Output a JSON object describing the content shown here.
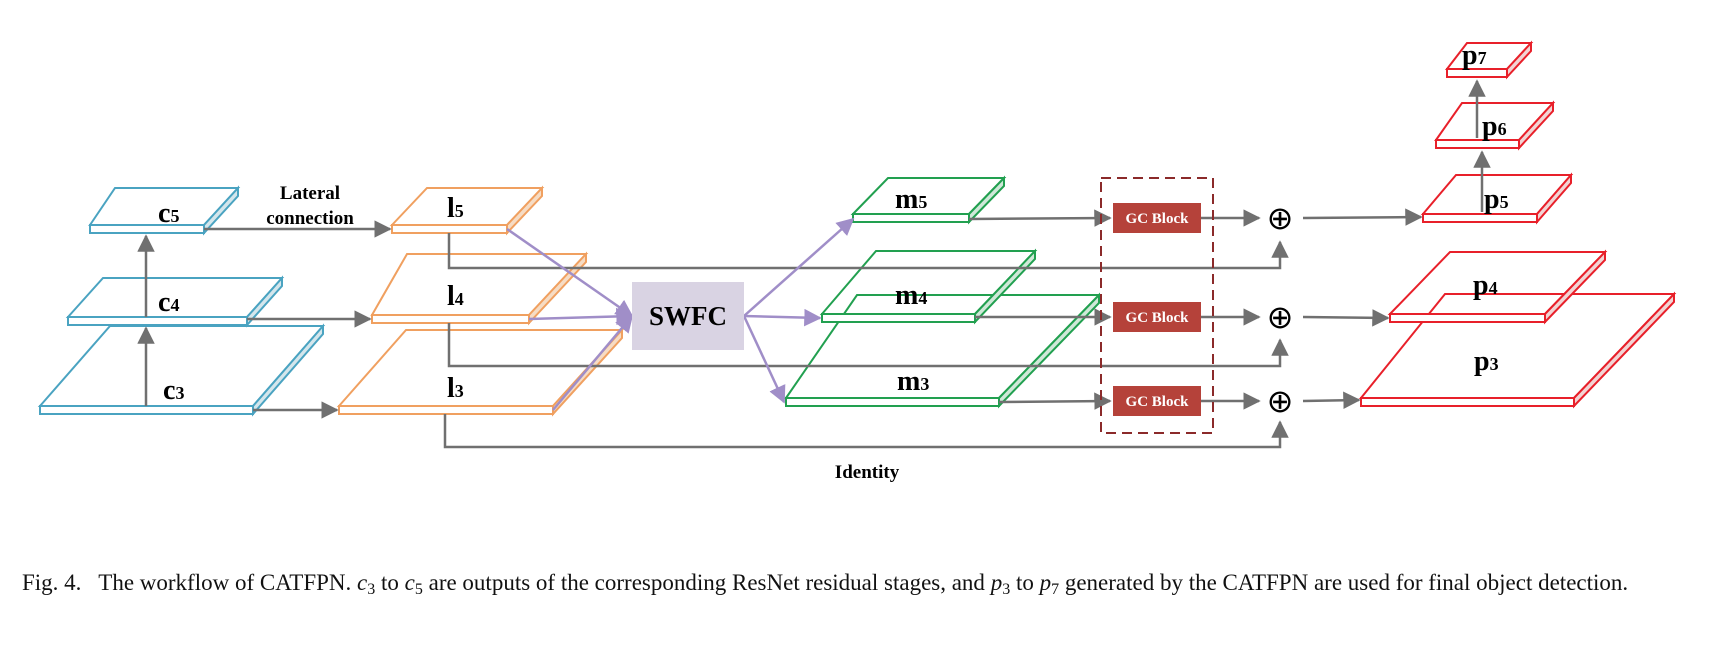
{
  "figure": {
    "blocks": {
      "c5": {
        "main": "c",
        "sub": "5"
      },
      "c4": {
        "main": "c",
        "sub": "4"
      },
      "c3": {
        "main": "c",
        "sub": "3"
      },
      "l5": {
        "main": "l",
        "sub": "5"
      },
      "l4": {
        "main": "l",
        "sub": "4"
      },
      "l3": {
        "main": "l",
        "sub": "3"
      },
      "m5": {
        "main": "m",
        "sub": "5"
      },
      "m4": {
        "main": "m",
        "sub": "4"
      },
      "m3": {
        "main": "m",
        "sub": "3"
      },
      "p7": {
        "main": "p",
        "sub": "7"
      },
      "p6": {
        "main": "p",
        "sub": "6"
      },
      "p5": {
        "main": "p",
        "sub": "5"
      },
      "p4": {
        "main": "p",
        "sub": "4"
      },
      "p3": {
        "main": "p",
        "sub": "3"
      }
    },
    "lateral_line1": "Lateral",
    "lateral_line2": "connection",
    "swfc_label": "SWFC",
    "gc_label": "GC Block",
    "identity_label": "Identity",
    "plus_symbol": "⊕",
    "colors": {
      "c": "#4aa3c1",
      "l": "#f0a060",
      "m": "#22a050",
      "p": "#e8202a",
      "arrow": "#707070",
      "swfc_arrow": "#a08ec8",
      "swfc_box": "#d9d3e3",
      "gc_box": "#b5423a",
      "dashed": "#8b2a2a"
    }
  },
  "caption": {
    "prefix": "Fig. 4.",
    "t1": "The workflow of CATFPN.",
    "v1": "c",
    "s1": "3",
    "t2": "to",
    "v2": "c",
    "s2": "5",
    "t3": "are outputs of the corresponding ResNet residual stages, and",
    "v3": "p",
    "s3": "3",
    "t4": "to",
    "v4": "p",
    "s4": "7",
    "t5": "generated by the CATFPN are used for final object detection."
  }
}
